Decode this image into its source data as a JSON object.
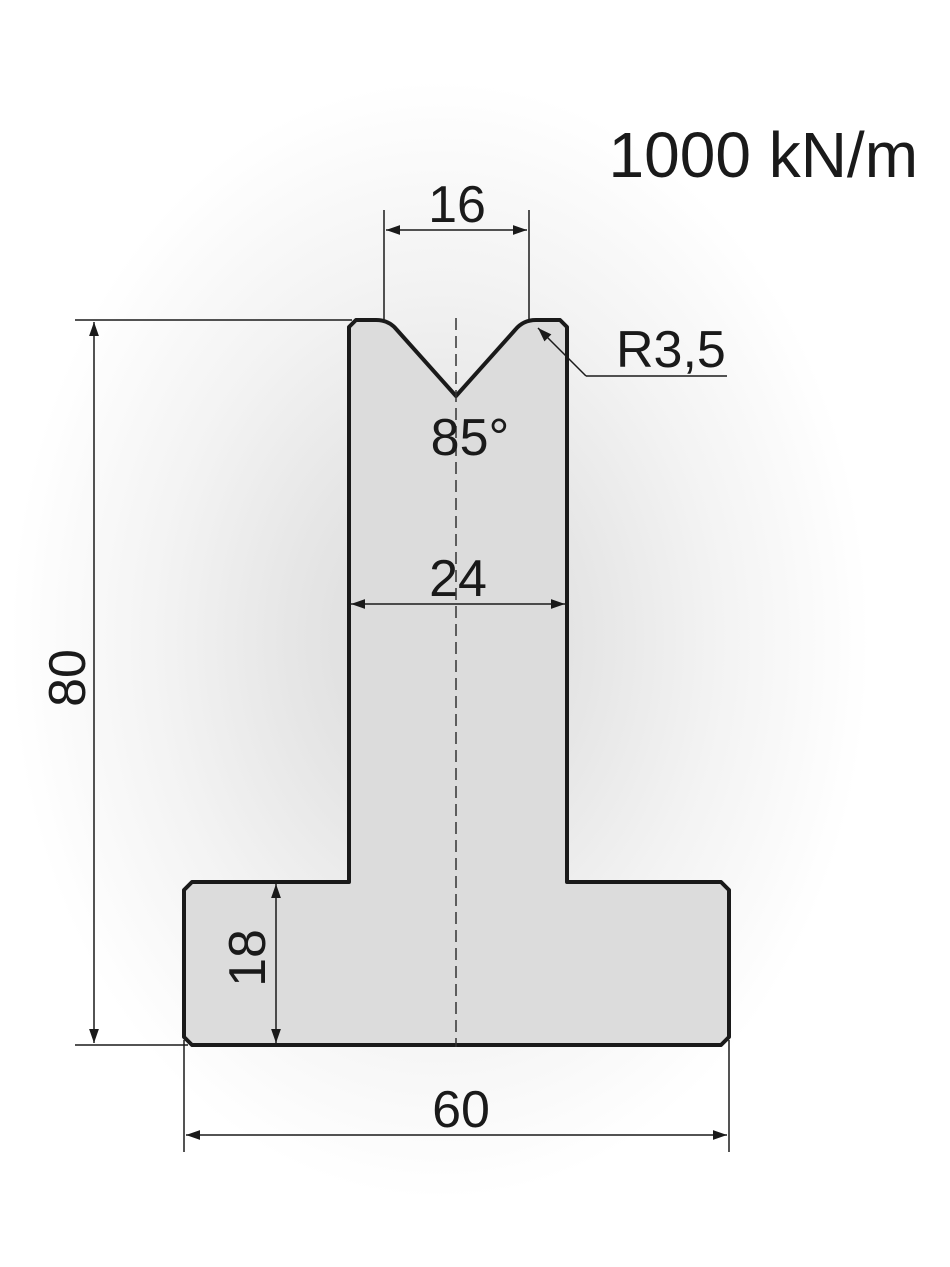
{
  "rating": "1000 kN/m",
  "dimensions": {
    "v_opening": "16",
    "radius": "R3,5",
    "angle": "85°",
    "shank_width": "24",
    "total_height": "80",
    "base_height": "18",
    "base_width": "60"
  },
  "colors": {
    "profile_fill": "#dcdcdc",
    "outline": "#1a1a1a",
    "dimension_line": "#1a1a1a"
  }
}
